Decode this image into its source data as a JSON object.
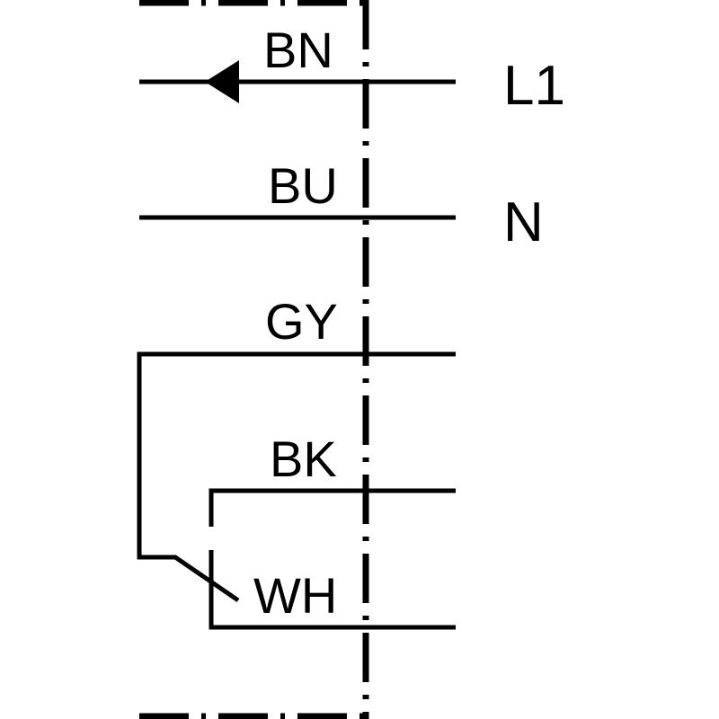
{
  "wires": [
    {
      "label": "BN",
      "terminal": "L1"
    },
    {
      "label": "BU",
      "terminal": "N"
    },
    {
      "label": "GY",
      "terminal": ""
    },
    {
      "label": "BK",
      "terminal": ""
    },
    {
      "label": "WH",
      "terminal": ""
    }
  ],
  "colors": {
    "line": "#000000",
    "background": "#ffffff"
  }
}
